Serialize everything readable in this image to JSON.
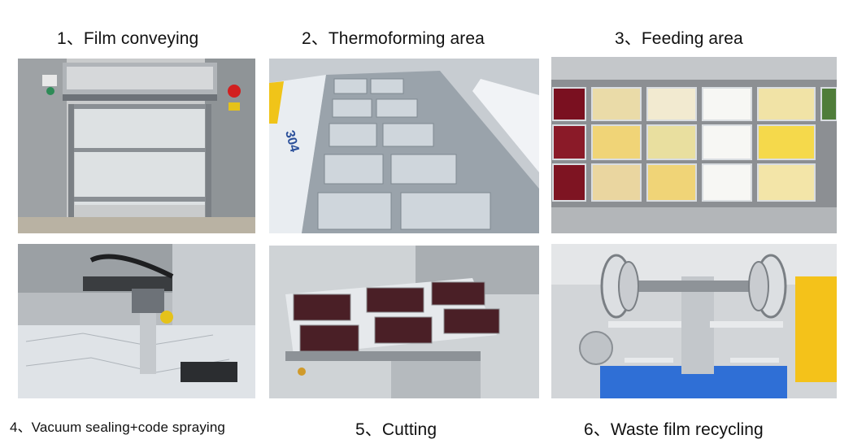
{
  "steps": [
    {
      "label": "1、Film conveying"
    },
    {
      "label": "2、Thermoforming area"
    },
    {
      "label": "3、Feeding area"
    },
    {
      "label": "4、Vacuum sealing+code spraying"
    },
    {
      "label": "5、Cutting"
    },
    {
      "label": "6、Waste film recycling"
    }
  ],
  "photo_text": {
    "panel2_plate": "304"
  },
  "colors": {
    "steel": "#b7bcc2",
    "dark_steel": "#6d7278",
    "red_button": "#d21f1f",
    "yellow_frame": "#f4c21a",
    "blue_belt": "#2f6fd6"
  }
}
